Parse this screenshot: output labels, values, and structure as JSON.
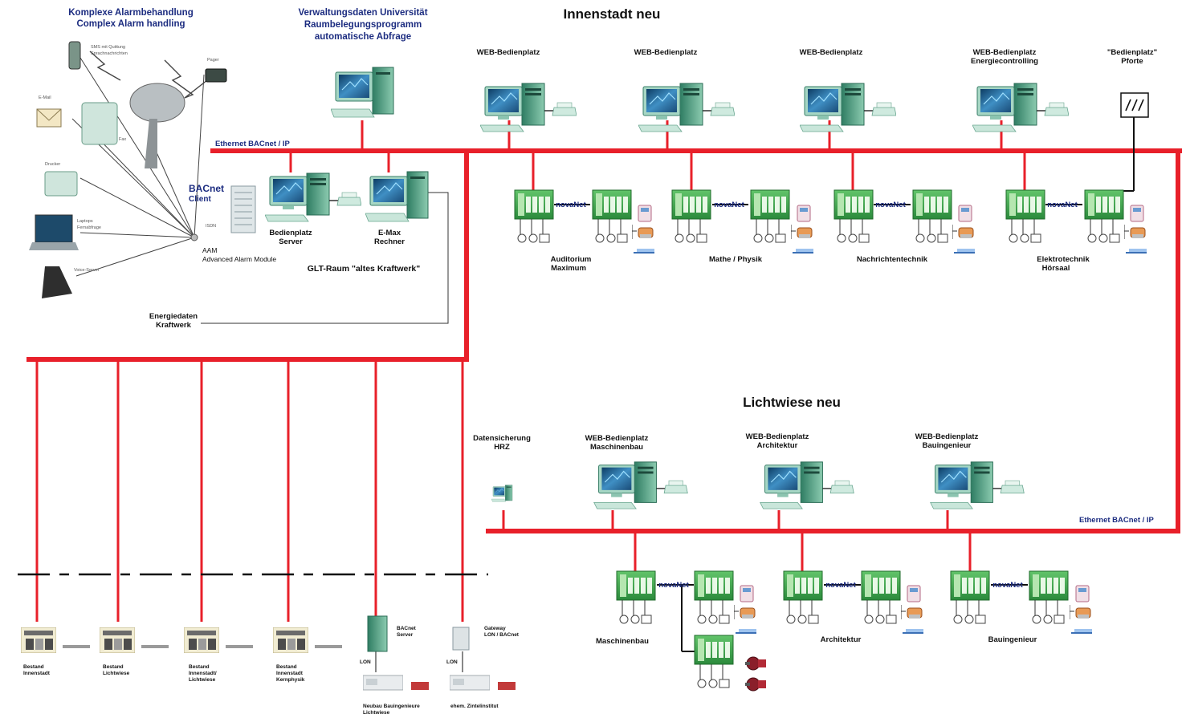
{
  "header": {
    "innenstadt": "Innenstadt neu",
    "lichtwiese": "Lichtwiese neu"
  },
  "alarm": {
    "title_de": "Komplexe Alarmbehandlung",
    "title_en": "Complex Alarm handling",
    "sms": "SMS mit Quittung",
    "sms_sub": "Sprachnachrichten",
    "pager": "Pager",
    "email": "E-Mail",
    "fax": "Fax",
    "drucker": "Drucker",
    "laptop": "Laptops",
    "laptop_sub": "Fernabfrage",
    "voice": "Voice-Server",
    "bacnet": "BACnet",
    "client": "Client",
    "isdn": "ISDN",
    "aam": "AAM",
    "aam_full": "Advanced Alarm Module"
  },
  "verwaltung": {
    "line1": "Verwaltungsdaten Universität",
    "line2": "Raumbelegungsprogramm",
    "line3": "automatische Abfrage"
  },
  "glt": {
    "bedienplatz": "Bedienplatz",
    "server": "Server",
    "emax": "E-Max",
    "rechner": "Rechner",
    "raum": "GLT-Raum \"altes Kraftwerk\"",
    "energiedaten": "Energiedaten",
    "kraftwerk": "Kraftwerk"
  },
  "networks": {
    "eth_top": "Ethernet BACnet / IP",
    "eth_bottom": "Ethernet BACnet / IP",
    "novanet": "novaNet"
  },
  "innenstadt_ws": [
    {
      "line1": "WEB-Bedienplatz",
      "line2": ""
    },
    {
      "line1": "WEB-Bedienplatz",
      "line2": ""
    },
    {
      "line1": "WEB-Bedienplatz",
      "line2": ""
    },
    {
      "line1": "WEB-Bedienplatz",
      "line2": "Energiecontrolling"
    },
    {
      "line1": "\"Bedienplatz\"",
      "line2": "Pforte"
    }
  ],
  "innenstadt_sites": [
    {
      "line1": "Auditorium",
      "line2": "Maximum"
    },
    {
      "line1": "Mathe / Physik",
      "line2": ""
    },
    {
      "line1": "Nachrichtentechnik",
      "line2": ""
    },
    {
      "line1": "Elektrotechnik",
      "line2": "Hörsaal"
    }
  ],
  "lichtwiese_ws": [
    {
      "line1": "Datensicherung",
      "line2": "HRZ"
    },
    {
      "line1": "WEB-Bedienplatz",
      "line2": "Maschinenbau"
    },
    {
      "line1": "WEB-Bedienplatz",
      "line2": "Architektur"
    },
    {
      "line1": "WEB-Bedienplatz",
      "line2": "Bauingenieur"
    }
  ],
  "lichtwiese_sites": [
    "Maschinenbau",
    "Architektur",
    "Bauingenieur"
  ],
  "bestand": [
    {
      "line1": "Bestand",
      "line2": "Innenstadt",
      "line3": ""
    },
    {
      "line1": "Bestand",
      "line2": "Lichtwiese",
      "line3": ""
    },
    {
      "line1": "Bestand",
      "line2": "Innenstadt/",
      "line3": "Lichtwiese"
    },
    {
      "line1": "Bestand",
      "line2": "Innenstadt",
      "line3": "Kernphysik"
    }
  ],
  "bottom": {
    "bacnet_server_1": "BACnet",
    "bacnet_server_2": "Server",
    "gateway_1": "Gateway",
    "gateway_2": "LON / BACnet",
    "lon": "LON",
    "neubau_1": "Neubau Bauingenieure",
    "neubau_2": "Lichtwiese",
    "zintl": "ehem. Zintelinstitut"
  },
  "colors": {
    "bus": "#e8202a",
    "monitor": "#4aa08c",
    "controller": "#3fae49",
    "label_blue": "#1c2c80"
  }
}
